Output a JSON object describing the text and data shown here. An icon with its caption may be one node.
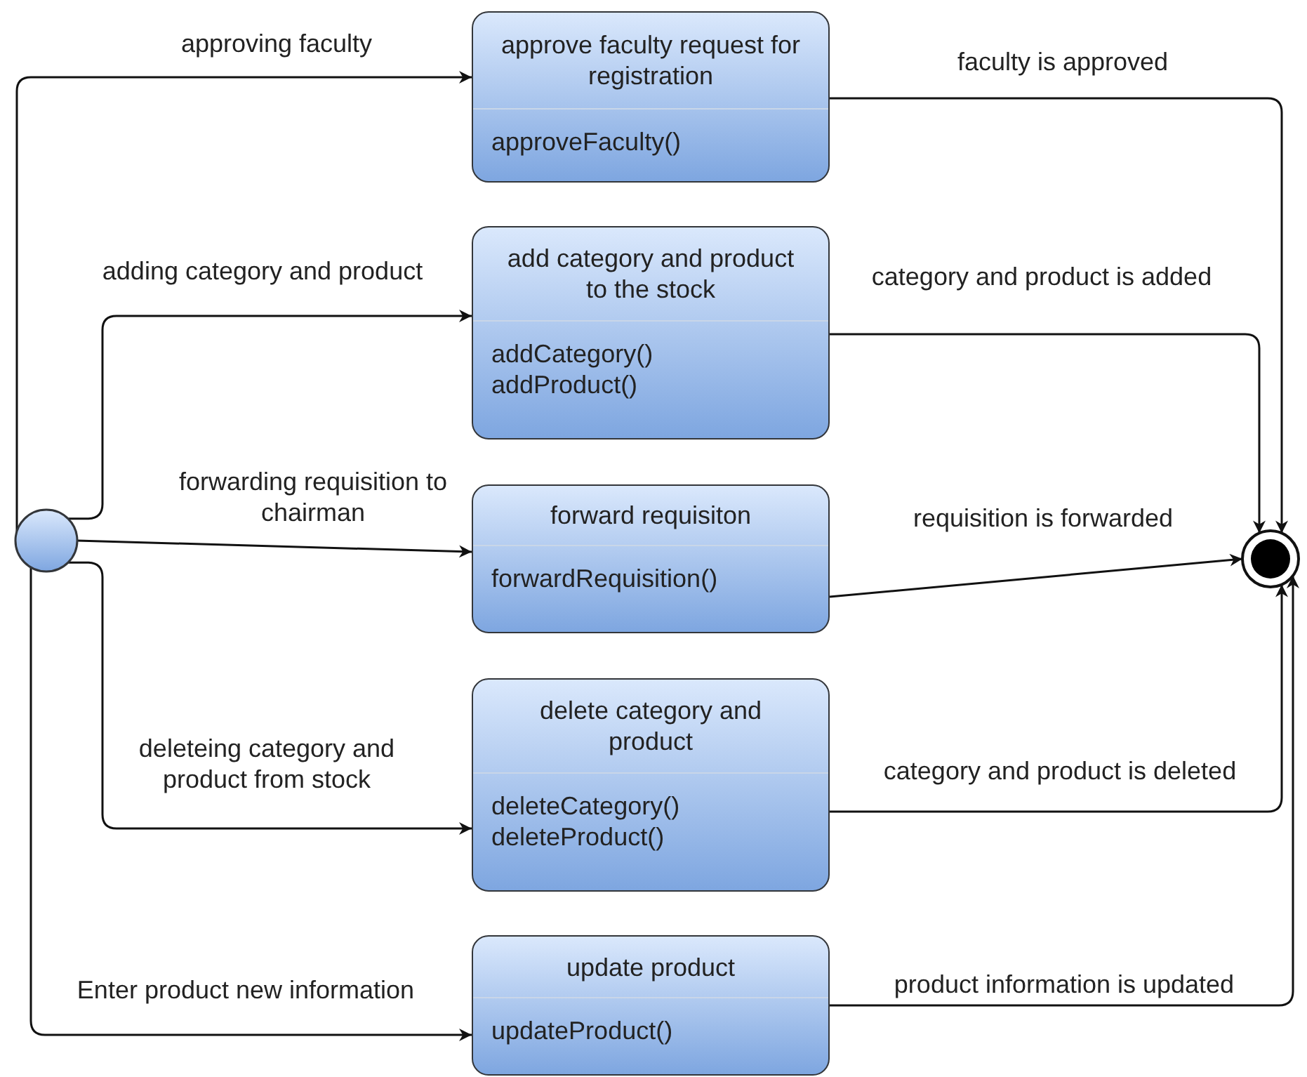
{
  "diagram": {
    "nodes": [
      {
        "text": [],
        "shape": "circle"
      },
      {
        "text": [
          "approve faculty request for registration",
          "approveFaculty()"
        ]
      },
      {
        "text": [
          "add category and product to the stock",
          "addCategory() addProduct()"
        ]
      },
      {
        "text": [
          "forward requisiton",
          "forwardRequisition()"
        ]
      },
      {
        "text": [
          "delete category and product",
          "deleteCategory() deleteProduct()"
        ]
      },
      {
        "text": [
          "update product",
          "updateProduct()"
        ]
      },
      {
        "text": [],
        "shape": "circle"
      }
    ],
    "edges": [
      {
        "from": 0,
        "to": 1,
        "arrow": "to",
        "label": "approving faculty"
      },
      {
        "from": 0,
        "to": 2,
        "arrow": "to",
        "label": "adding category and product"
      },
      {
        "from": 0,
        "to": 3,
        "arrow": "to",
        "label": "forwarding requisition to chairman"
      },
      {
        "from": 0,
        "to": 4,
        "arrow": "to",
        "label": "deleteing category and product from stock"
      },
      {
        "from": 0,
        "to": 5,
        "arrow": "to",
        "label": "Enter product new information"
      },
      {
        "from": 1,
        "to": 6,
        "arrow": "to",
        "label": "faculty is approved"
      },
      {
        "from": 2,
        "to": 6,
        "arrow": "to",
        "label": "category and product is added"
      },
      {
        "from": 3,
        "to": 6,
        "arrow": "to",
        "label": "requisition is forwarded"
      },
      {
        "from": 4,
        "to": 6,
        "arrow": "to",
        "label": "category and product is deleted"
      },
      {
        "from": 5,
        "to": 6,
        "arrow": "to",
        "label": "product information is updated"
      }
    ]
  }
}
